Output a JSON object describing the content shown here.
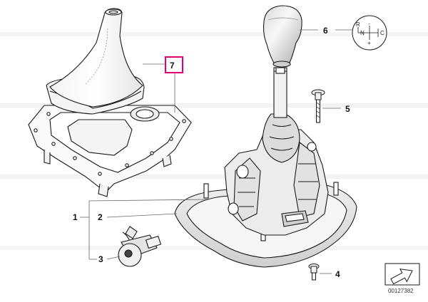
{
  "diagram": {
    "part_labels": [
      {
        "id": "p1",
        "text": "1"
      },
      {
        "id": "p2",
        "text": "2"
      },
      {
        "id": "p3",
        "text": "3"
      },
      {
        "id": "p4",
        "text": "4"
      },
      {
        "id": "p5",
        "text": "5"
      },
      {
        "id": "p6",
        "text": "6"
      },
      {
        "id": "p7",
        "text": "7",
        "highlighted": true
      }
    ],
    "shift_pattern": {
      "top_left": "R",
      "middle_left": "N",
      "middle_right": "C",
      "top_mid": "-",
      "bottom_mid": "+"
    },
    "reference_number": "00127382",
    "colors": {
      "line": "#1a1a1a",
      "highlight": "#e0007a",
      "watermark": "#e6e6e6"
    }
  }
}
